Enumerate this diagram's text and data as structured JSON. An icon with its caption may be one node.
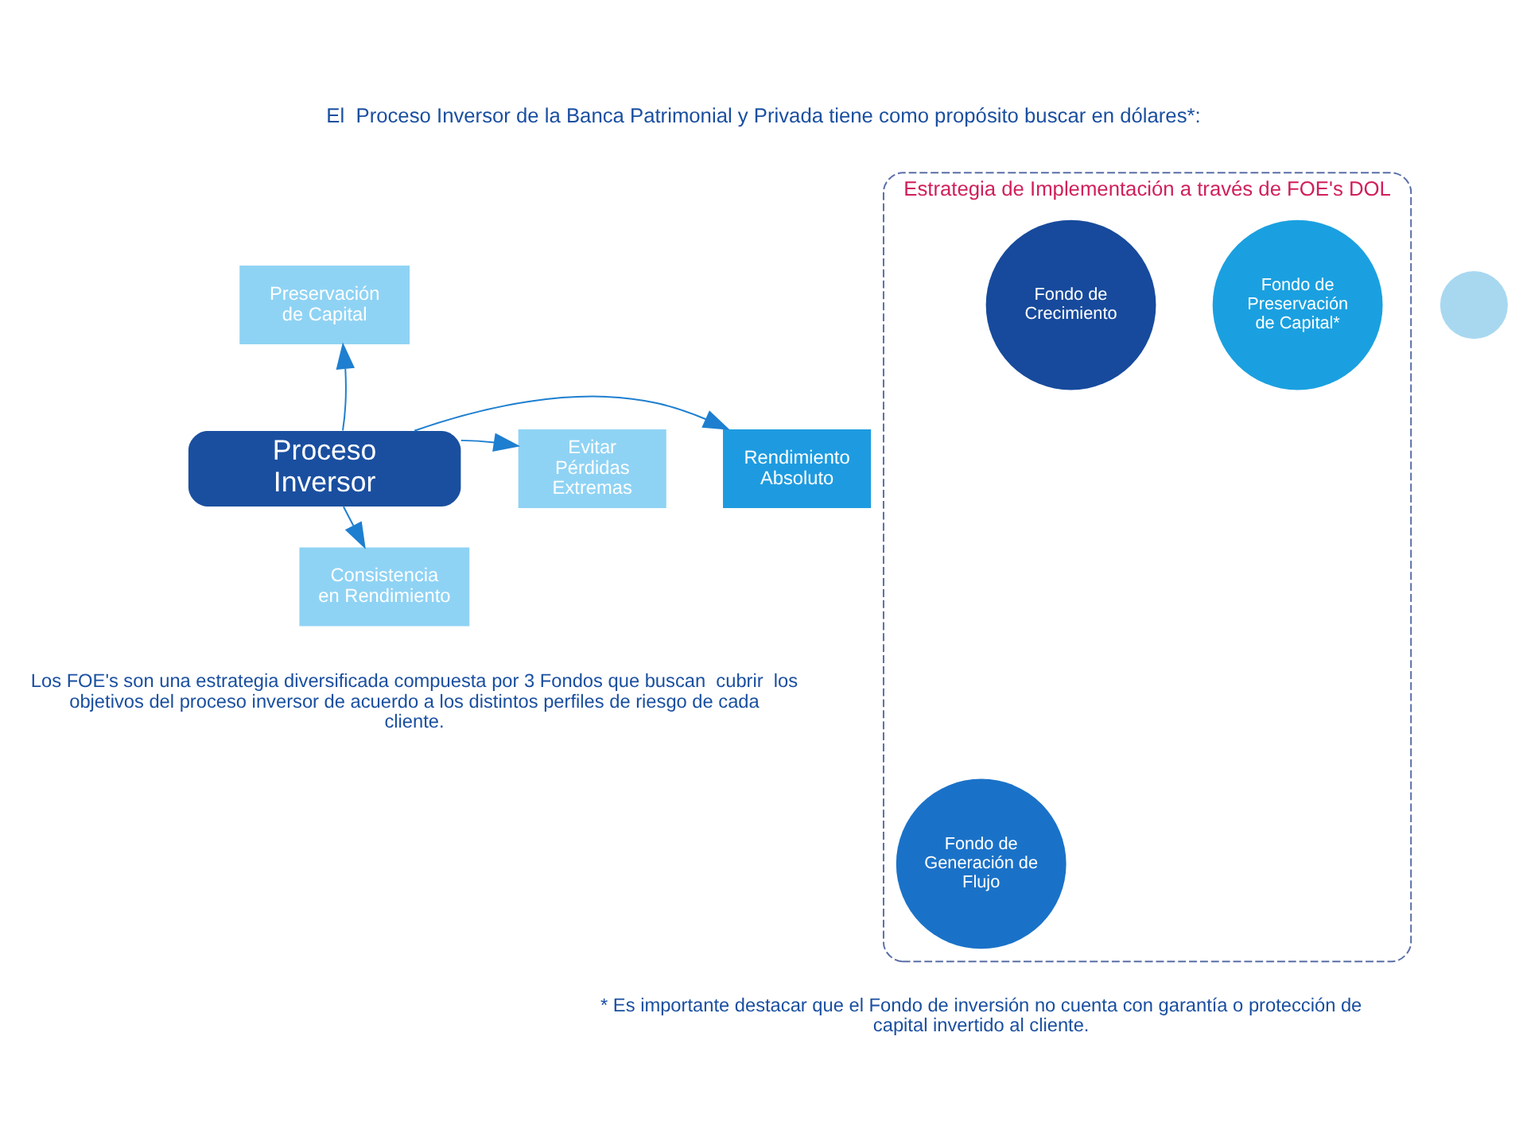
{
  "diagram": {
    "title": "El  Proceso Inversor de la Banca Patrimonial y Privada tiene como propósito buscar en dólares*:",
    "nodes": [
      {
        "text": [
          "Preservación de Capital"
        ]
      },
      {
        "text": [
          "Rendimiento Absoluto"
        ]
      },
      {
        "text": [
          "Proceso Inversor"
        ]
      },
      {
        "text": [
          "Evitar Pérdidas Extremas"
        ]
      },
      {
        "text": [
          "Consistencia en Rendimiento"
        ]
      },
      {
        "text": [
          "Estrategia de Implementación a través de FOE's DOL"
        ]
      },
      {
        "text": [
          "Fondo de Preservación de Capital*"
        ],
        "in": 5
      },
      {
        "text": [
          "Fondo de Generación de Flujo"
        ],
        "in": 5
      },
      {
        "text": [
          "Fondo de Crecimiento"
        ],
        "in": 5
      },
      {
        "text": [],
        "shape": "circle"
      }
    ],
    "edges": [
      {
        "from": 2,
        "to": 0,
        "arrow": "to"
      },
      {
        "from": 2,
        "to": 1,
        "arrow": "to"
      },
      {
        "from": 2,
        "to": 3,
        "arrow": "to"
      },
      {
        "from": 2,
        "to": 4,
        "arrow": "to"
      }
    ],
    "labels": [
      "Los FOE's son una estrategia diversificada compuesta por 3 Fondos que buscan  cubrir  los objetivos del proceso inversor de acuerdo a los distintos perfiles de riesgo de cada cliente.",
      "* Es importante destacar que el Fondo de inversión no cuenta con garantía o protección de capital invertido al cliente."
    ]
  }
}
